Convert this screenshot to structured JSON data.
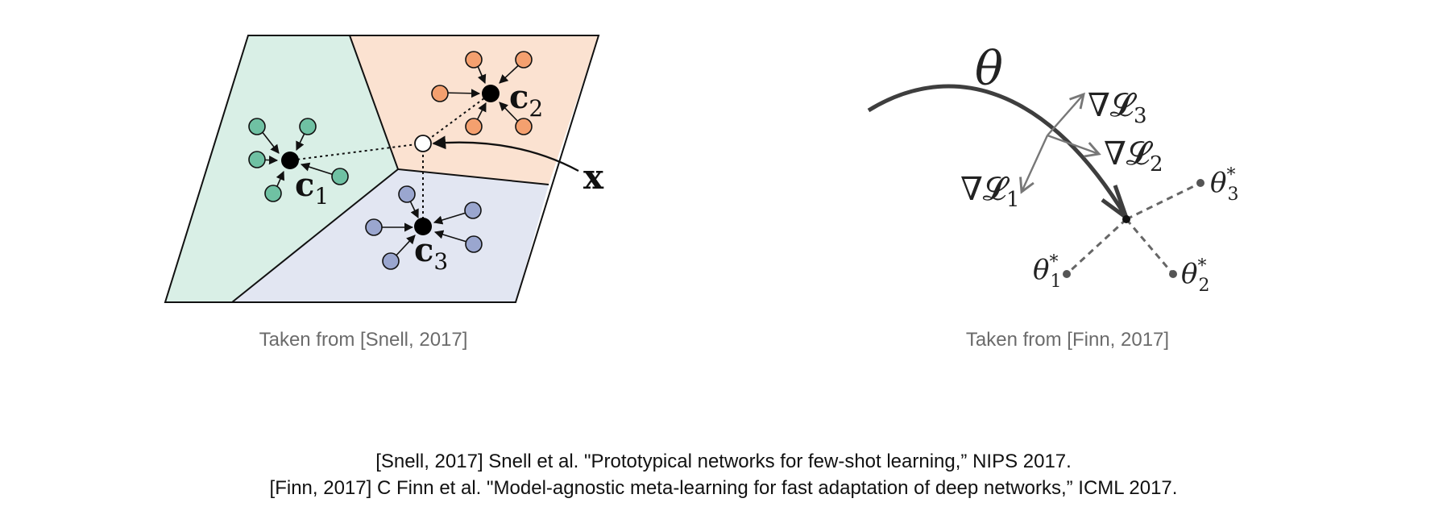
{
  "left_figure": {
    "caption": "Taken from [Snell, 2017]",
    "query_label": "x",
    "prototypes": [
      {
        "label": "c",
        "sub": "1",
        "region_color": "#d9efe6",
        "point_color": "#6fc1a3"
      },
      {
        "label": "c",
        "sub": "2",
        "region_color": "#fbe2d1",
        "point_color": "#f4a06f"
      },
      {
        "label": "c",
        "sub": "3",
        "region_color": "#e2e6f2",
        "point_color": "#9aa6cf"
      }
    ]
  },
  "right_figure": {
    "caption": "Taken from [Finn, 2017]",
    "theta": "θ",
    "gradients": [
      {
        "label": "∇𝓛",
        "sub": "1"
      },
      {
        "label": "∇𝓛",
        "sub": "2"
      },
      {
        "label": "∇𝓛",
        "sub": "3"
      }
    ],
    "optima": [
      {
        "label": "θ",
        "sub": "1",
        "sup": "*"
      },
      {
        "label": "θ",
        "sub": "2",
        "sup": "*"
      },
      {
        "label": "θ",
        "sub": "3",
        "sup": "*"
      }
    ]
  },
  "references": [
    "[Snell, 2017] Snell et al. \"Prototypical networks for few-shot learning,” NIPS 2017.",
    "[Finn, 2017] C Finn et al. \"Model-agnostic meta-learning for fast adaptation of deep networks,” ICML 2017."
  ]
}
